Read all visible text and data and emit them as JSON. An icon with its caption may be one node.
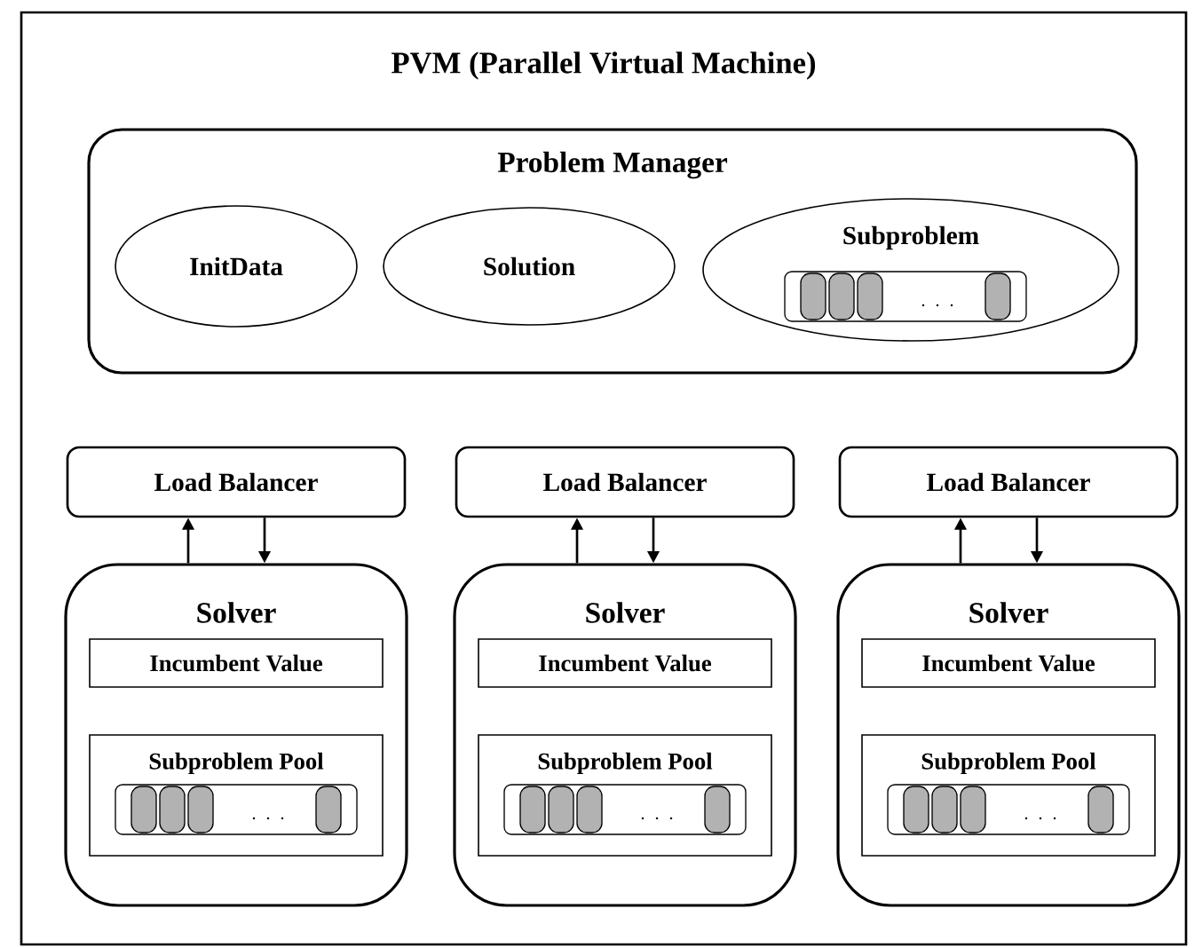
{
  "diagram": {
    "nodes": [
      {
        "text": [
          "PVM (Parallel Virtual Machine)"
        ]
      },
      {
        "text": [
          "Problem Manager"
        ],
        "in": 0
      },
      {
        "text": [
          "InitData"
        ],
        "in": 1
      },
      {
        "text": [
          "Solution"
        ],
        "in": 1
      },
      {
        "text": [
          "Subproblem"
        ],
        "in": 1
      },
      {
        "text": [
          "Load Balancer"
        ],
        "in": 0
      },
      {
        "text": [
          "Solver"
        ],
        "in": 0
      },
      {
        "text": [
          "Incumbent Value"
        ],
        "in": 6
      },
      {
        "text": [
          "Subproblem Pool"
        ],
        "in": 6
      },
      {
        "text": [
          "Load Balancer"
        ],
        "in": 0
      },
      {
        "text": [
          "Solver"
        ],
        "in": 0
      },
      {
        "text": [
          "Incumbent Value"
        ],
        "in": 10
      },
      {
        "text": [
          "Subproblem Pool"
        ],
        "in": 10
      },
      {
        "text": [
          "Load Balancer"
        ],
        "in": 0
      },
      {
        "text": [
          "Solver"
        ],
        "in": 0
      },
      {
        "text": [
          "Incumbent Value"
        ],
        "in": 14
      },
      {
        "text": [
          "Subproblem Pool"
        ],
        "in": 14
      }
    ],
    "edges": [
      {
        "from": 6,
        "to": 5,
        "arrow": "to"
      },
      {
        "from": 5,
        "to": 6,
        "arrow": "to"
      },
      {
        "from": 10,
        "to": 9,
        "arrow": "to"
      },
      {
        "from": 9,
        "to": 10,
        "arrow": "to"
      },
      {
        "from": 14,
        "to": 13,
        "arrow": "to"
      },
      {
        "from": 13,
        "to": 14,
        "arrow": "to"
      }
    ]
  }
}
